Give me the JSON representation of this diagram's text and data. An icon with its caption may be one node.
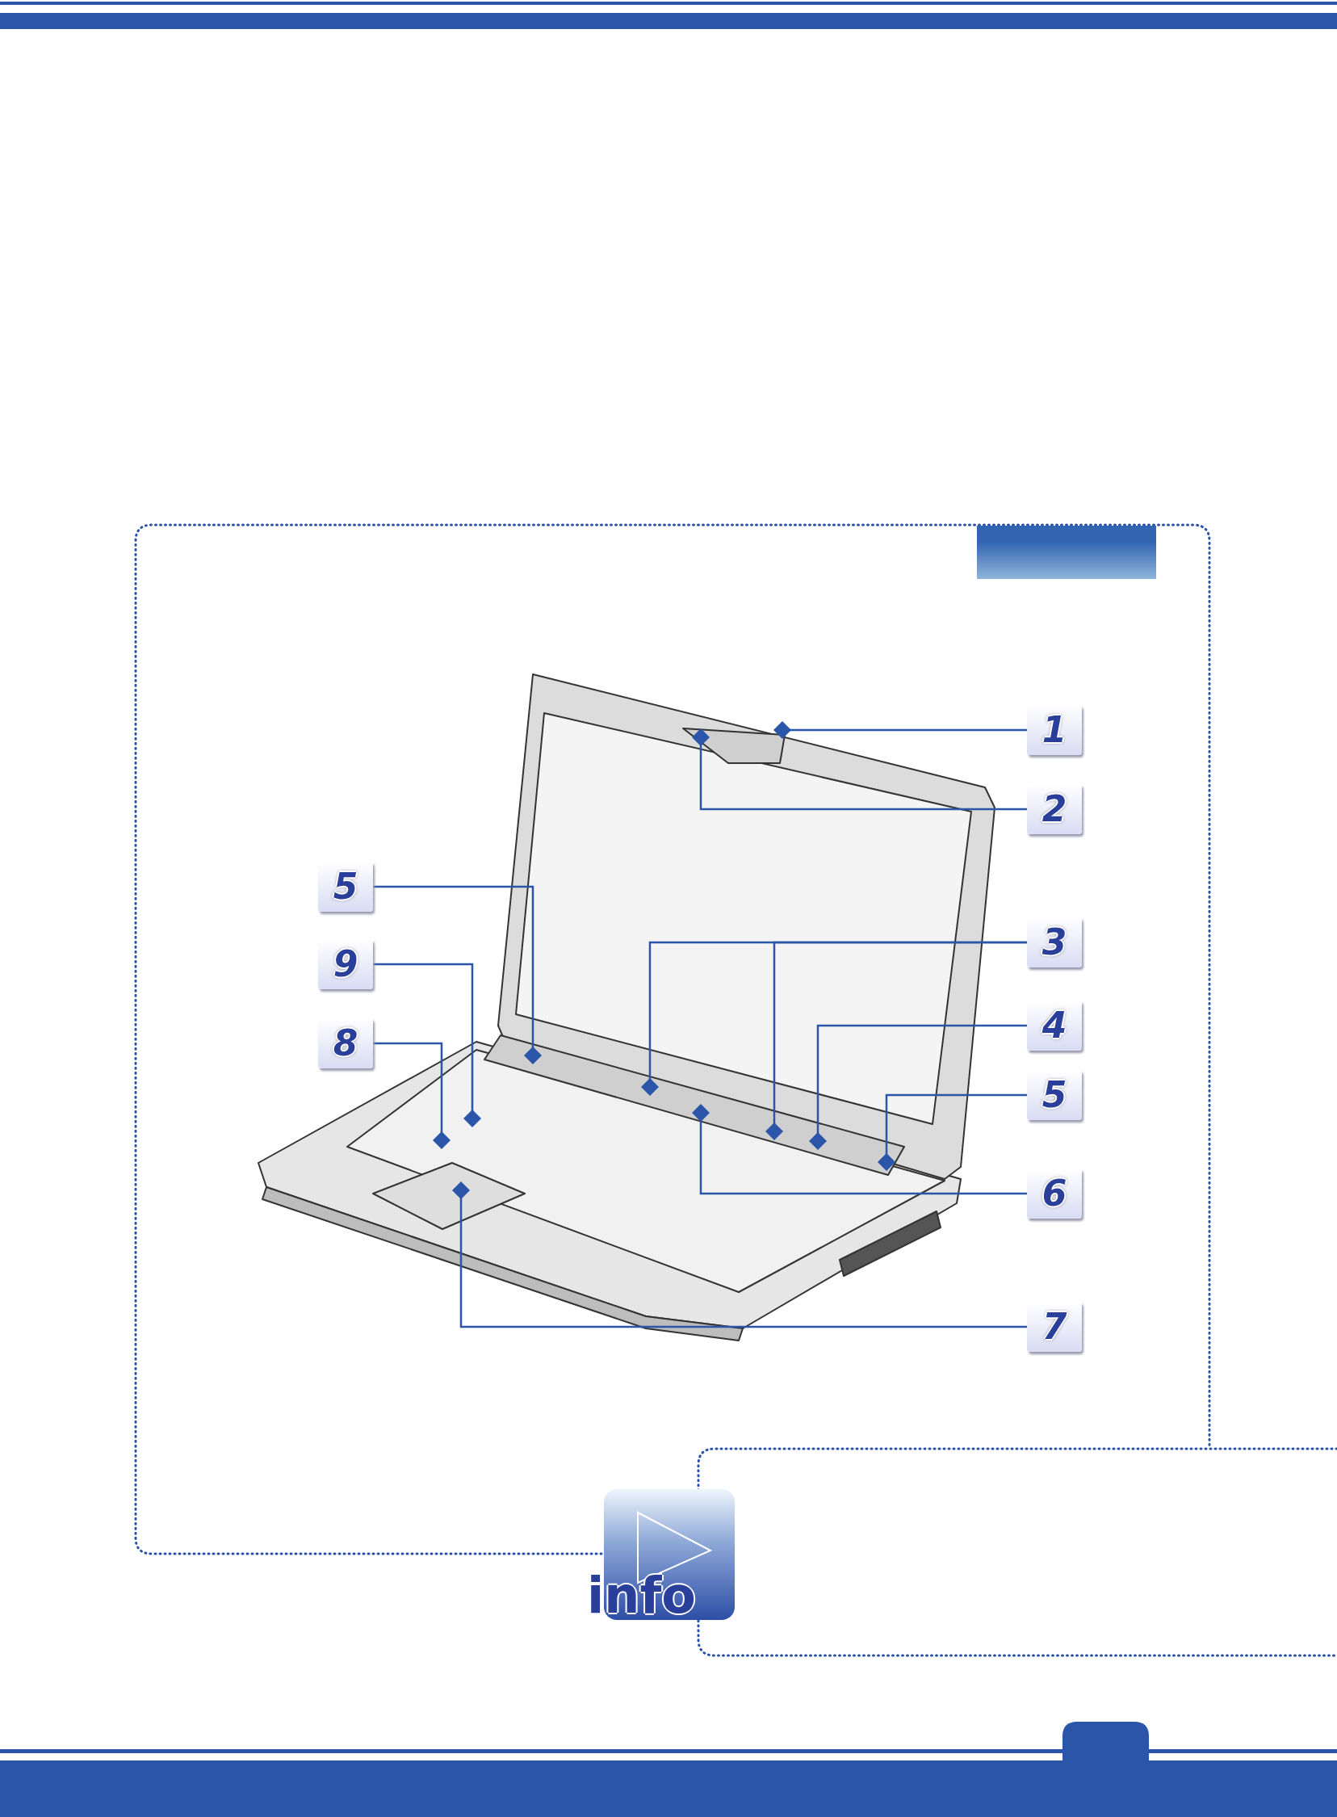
{
  "diagram": {
    "nodes": [
      {
        "text": [
          "1"
        ]
      },
      {
        "text": [
          "2"
        ]
      },
      {
        "text": [
          "5"
        ]
      },
      {
        "text": [
          "3"
        ]
      },
      {
        "text": [
          "9"
        ]
      },
      {
        "text": [
          "4"
        ]
      },
      {
        "text": [
          "8"
        ]
      },
      {
        "text": [
          "5"
        ]
      },
      {
        "text": [
          "6"
        ]
      },
      {
        "text": [
          "7"
        ]
      }
    ],
    "edges": [
      {
        "from": 0,
        "to": null,
        "arrow": "other"
      },
      {
        "from": 1,
        "to": null,
        "arrow": "other"
      },
      {
        "from": 2,
        "to": null,
        "arrow": "other"
      },
      {
        "from": 3,
        "to": null,
        "arrow": "other"
      },
      {
        "from": 3,
        "to": null,
        "arrow": "other"
      },
      {
        "from": 4,
        "to": null,
        "arrow": "other"
      },
      {
        "from": 5,
        "to": null,
        "arrow": "other"
      },
      {
        "from": 6,
        "to": null,
        "arrow": "other"
      },
      {
        "from": 7,
        "to": null,
        "arrow": "other"
      },
      {
        "from": 8,
        "to": null,
        "arrow": "other"
      },
      {
        "from": 9,
        "to": null,
        "arrow": "other"
      }
    ],
    "labels": [
      "info"
    ]
  }
}
